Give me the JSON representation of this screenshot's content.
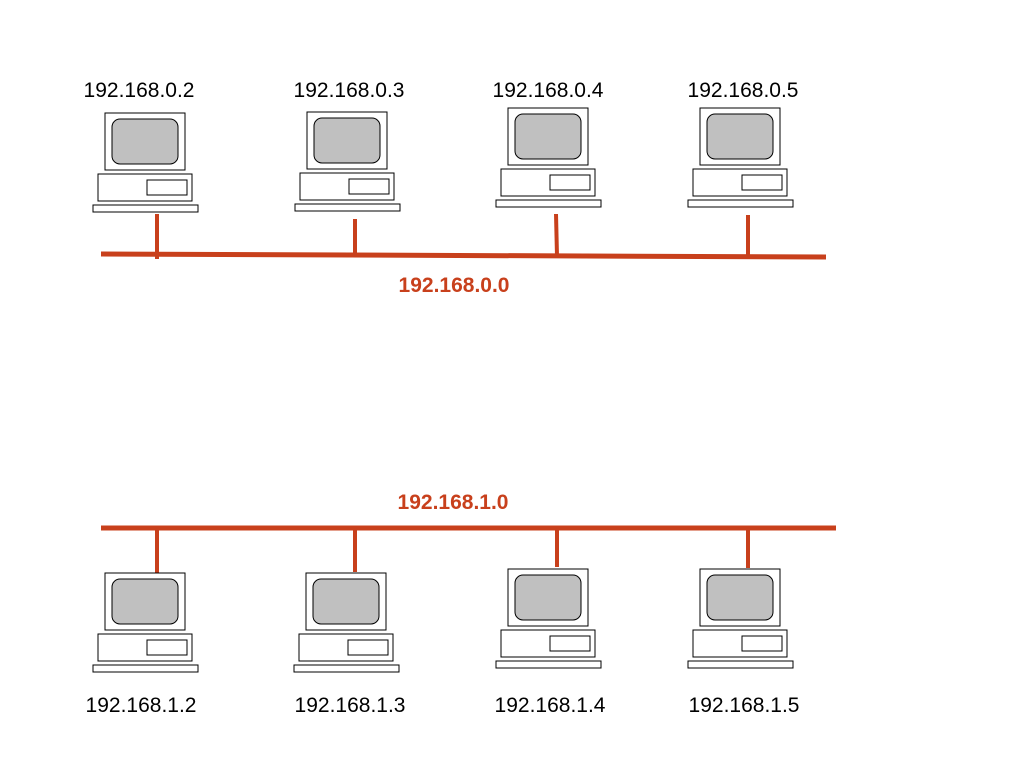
{
  "colors": {
    "network_line": "#c8401c",
    "network_label": "#c8401c",
    "screen_fill": "#c0c0c0",
    "outline": "#000000"
  },
  "networks": [
    {
      "address": "192.168.0.0",
      "hosts": [
        {
          "ip": "192.168.0.2",
          "icon": "computer-icon"
        },
        {
          "ip": "192.168.0.3",
          "icon": "computer-icon"
        },
        {
          "ip": "192.168.0.4",
          "icon": "computer-icon"
        },
        {
          "ip": "192.168.0.5",
          "icon": "computer-icon"
        }
      ]
    },
    {
      "address": "192.168.1.0",
      "hosts": [
        {
          "ip": "192.168.1.2",
          "icon": "computer-icon"
        },
        {
          "ip": "192.168.1.3",
          "icon": "computer-icon"
        },
        {
          "ip": "192.168.1.4",
          "icon": "computer-icon"
        },
        {
          "ip": "192.168.1.5",
          "icon": "computer-icon"
        }
      ]
    }
  ]
}
